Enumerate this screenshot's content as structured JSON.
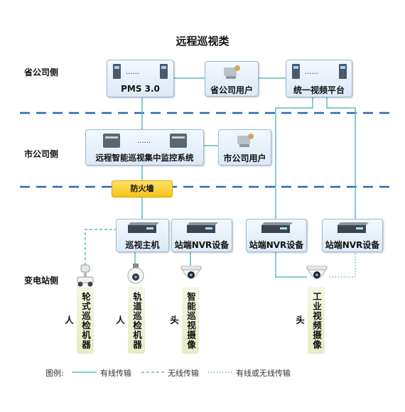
{
  "title": "远程巡视类",
  "sides": {
    "province": "省公司侧",
    "city": "市公司侧",
    "substation": "变电站侧"
  },
  "boxes": {
    "pms": "PMS 3.0",
    "province_user": "省公司用户",
    "video_platform": "统一视频平台",
    "monitor_system": "远程智能巡视集中监控系统",
    "city_user": "市公司用户",
    "firewall": "防火墙",
    "patrol_host": "巡视主机",
    "nvr_1": "站端NVR设备",
    "nvr_2": "站端NVR设备",
    "nvr_3": "站端NVR设备"
  },
  "endpoints": [
    "轮式巡检机器人",
    "轨道巡检机器人",
    "智能巡视摄像头",
    "工业视频摄像头"
  ],
  "legend": {
    "title": "图例:",
    "wired": "有线传输",
    "wireless": "无线传输",
    "either": "有线或无线传输"
  },
  "colors": {
    "link": "#5bbcbf",
    "divider": "#2e66b8",
    "firewall": "#f6c419"
  }
}
